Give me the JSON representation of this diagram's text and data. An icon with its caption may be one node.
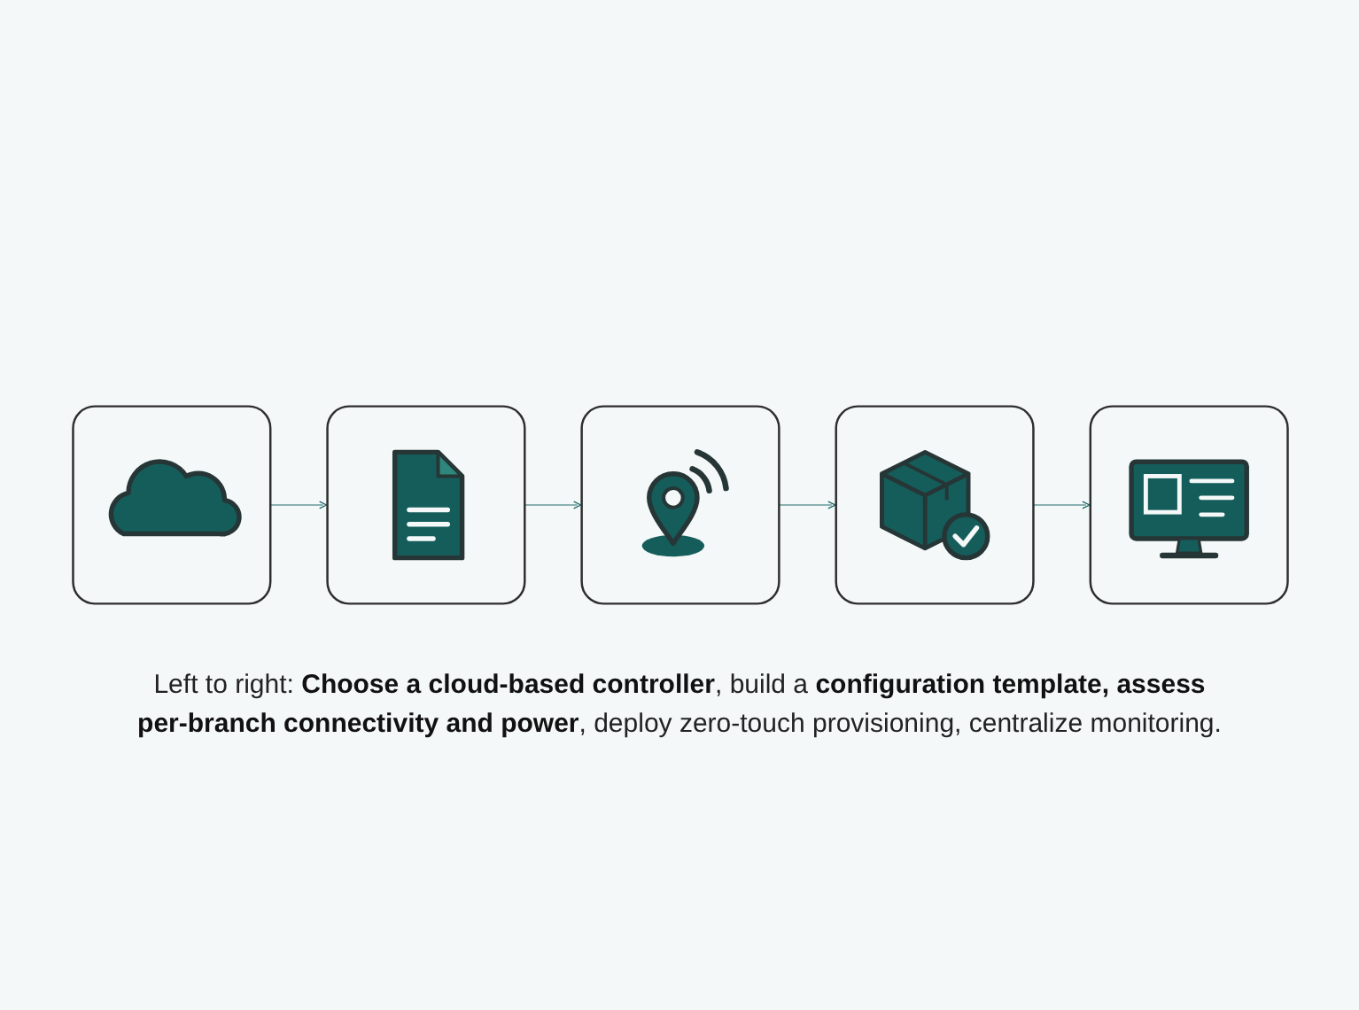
{
  "diagram": {
    "caption": "Left to right: **Choose a cloud-based controller**, build a **configuration template, assess per-branch connectivity and power**, deploy zero-touch provisioning, centralize monitoring.",
    "nodes": [
      {
        "text": [],
        "shape": "picture"
      },
      {
        "text": [],
        "shape": "picture"
      },
      {
        "text": [],
        "shape": "picture"
      },
      {
        "text": [],
        "shape": "picture"
      },
      {
        "text": [],
        "shape": "picture"
      }
    ],
    "edges": [
      {
        "from": 0,
        "to": 1,
        "arrow": "to"
      },
      {
        "from": 1,
        "to": 2,
        "arrow": "to"
      },
      {
        "from": 2,
        "to": 3,
        "arrow": "to"
      },
      {
        "from": 3,
        "to": 4,
        "arrow": "to"
      }
    ]
  }
}
